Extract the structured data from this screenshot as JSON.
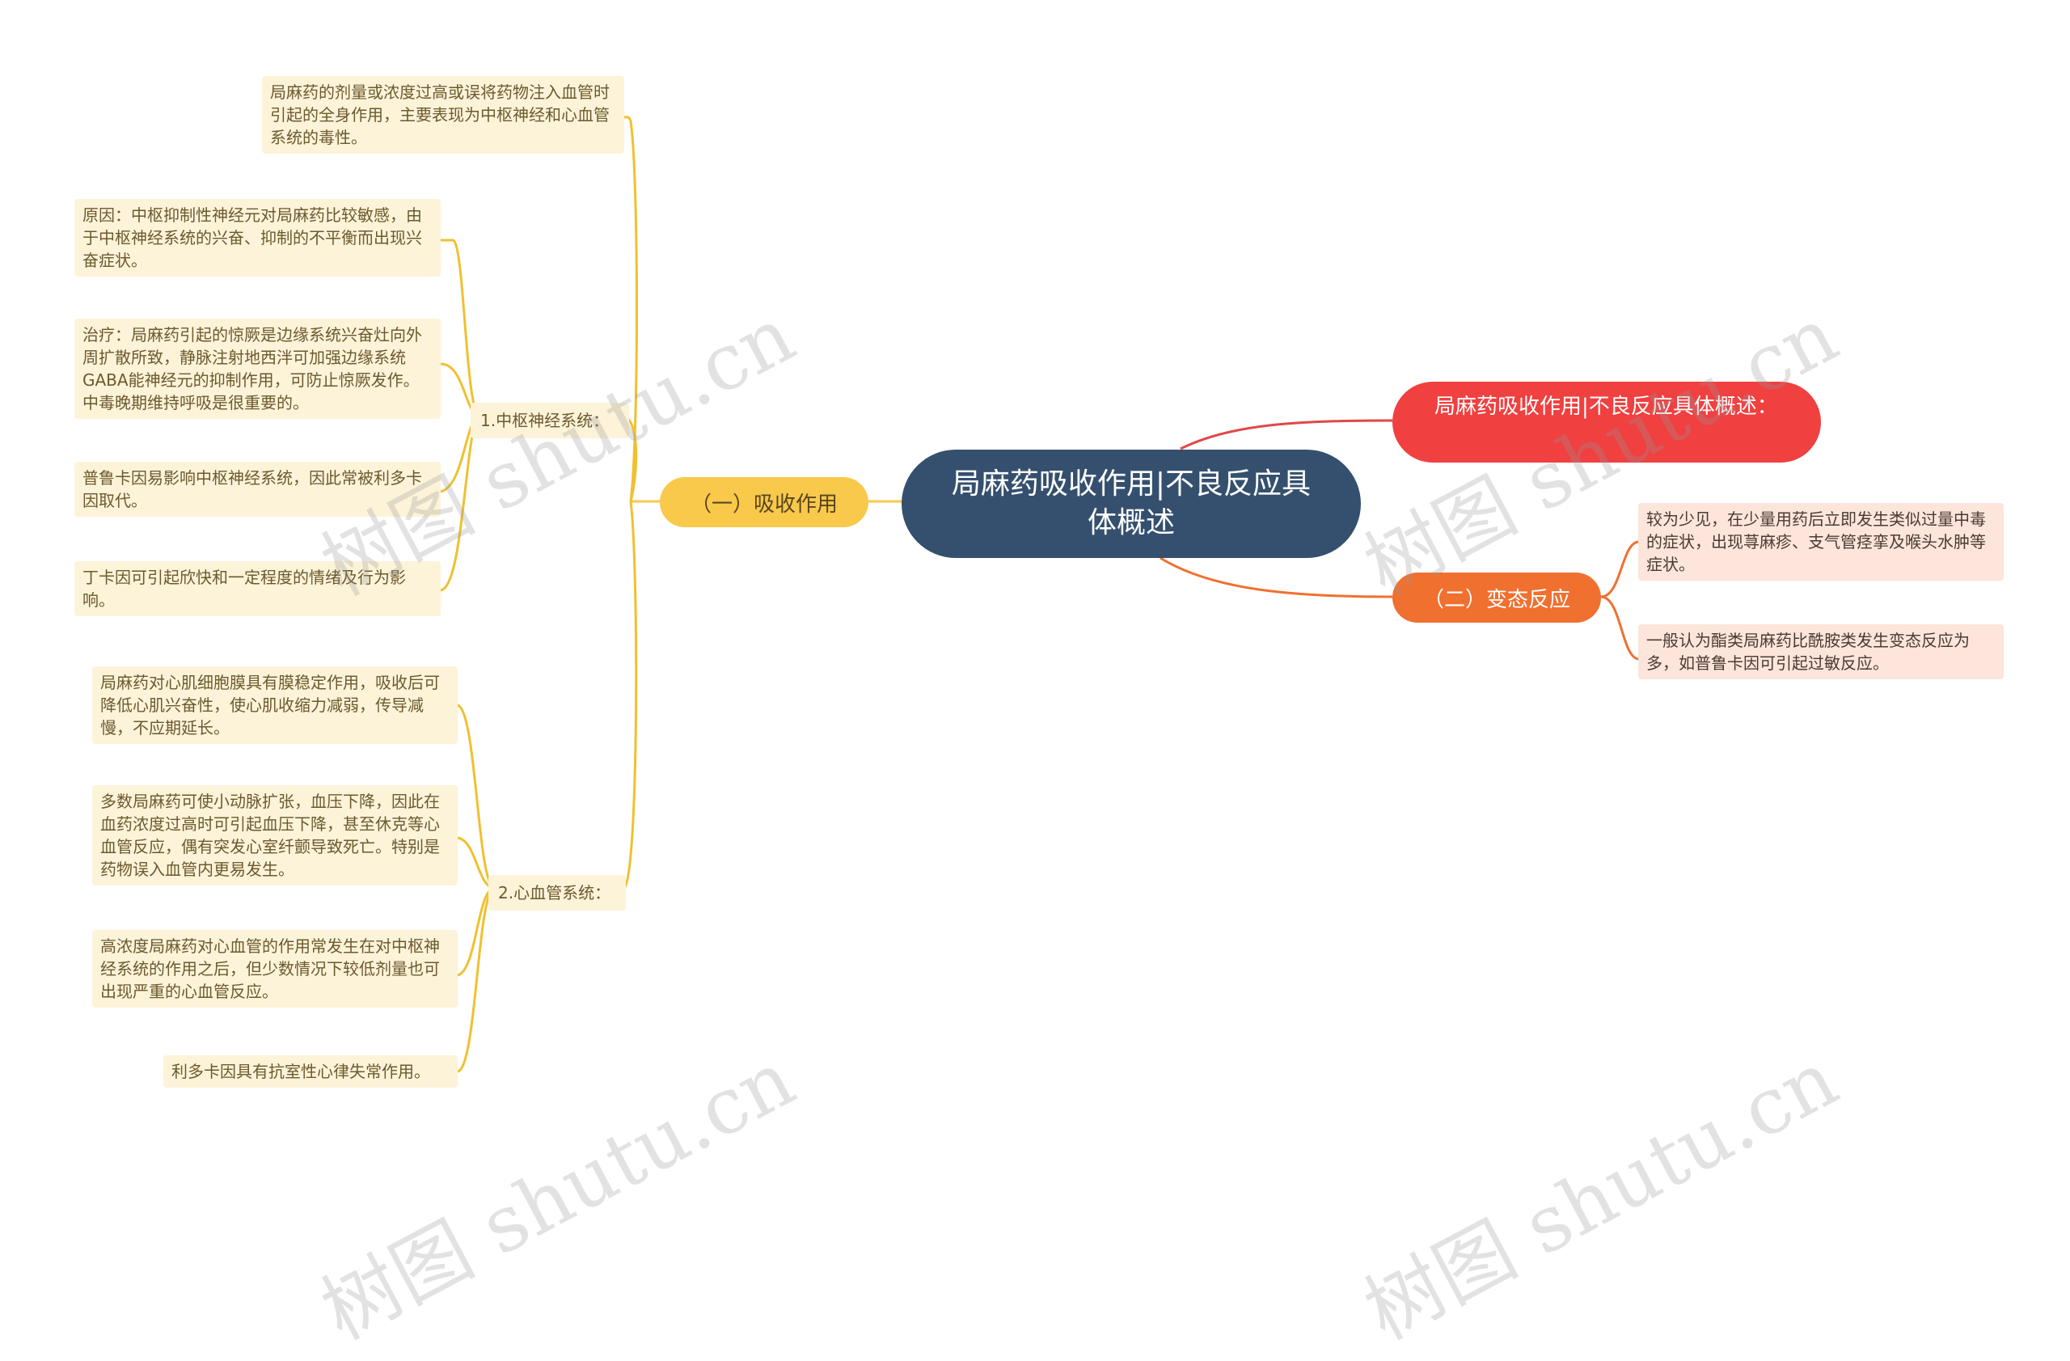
{
  "center": {
    "title": "局麻药吸收作用|不良反应具体概述"
  },
  "branches": {
    "absorption": {
      "label": "（一）吸收作用"
    },
    "summary": {
      "label": "局麻药吸收作用|不良反应具体概述："
    },
    "allergy": {
      "label": "（二）变态反应"
    }
  },
  "absorption": {
    "intro": "局麻药的剂量或浓度过高或误将药物注入血管时引起的全身作用，主要表现为中枢神经和心血管系统的毒性。",
    "cns": {
      "label": "1.中枢神经系统：",
      "items": [
        "原因：中枢抑制性神经元对局麻药比较敏感，由于中枢神经系统的兴奋、抑制的不平衡而出现兴奋症状。",
        "治疗：局麻药引起的惊厥是边缘系统兴奋灶向外周扩散所致，静脉注射地西泮可加强边缘系统GABA能神经元的抑制作用，可防止惊厥发作。中毒晚期维持呼吸是很重要的。",
        "普鲁卡因易影响中枢神经系统，因此常被利多卡因取代。",
        "丁卡因可引起欣快和一定程度的情绪及行为影响。"
      ]
    },
    "cardio": {
      "label": "2.心血管系统：",
      "items": [
        "局麻药对心肌细胞膜具有膜稳定作用，吸收后可降低心肌兴奋性，使心肌收缩力减弱，传导减慢，不应期延长。",
        "多数局麻药可使小动脉扩张，血压下降，因此在血药浓度过高时可引起血压下降，甚至休克等心血管反应，偶有突发心室纤颤导致死亡。特别是药物误入血管内更易发生。",
        "高浓度局麻药对心血管的作用常发生在对中枢神经系统的作用之后，但少数情况下较低剂量也可出现严重的心血管反应。",
        "利多卡因具有抗室性心律失常作用。"
      ]
    }
  },
  "allergy": {
    "items": [
      "较为少见，在少量用药后立即发生类似过量中毒的症状，出现荨麻疹、支气管痉挛及喉头水肿等症状。",
      "一般认为酯类局麻药比酰胺类发生变态反应为多，如普鲁卡因可引起过敏反应。"
    ]
  },
  "watermark": "树图 shutu.cn",
  "colors": {
    "center": "#35506e",
    "yellow": "#f8c94a",
    "red": "#f04040",
    "orange": "#f07030"
  }
}
